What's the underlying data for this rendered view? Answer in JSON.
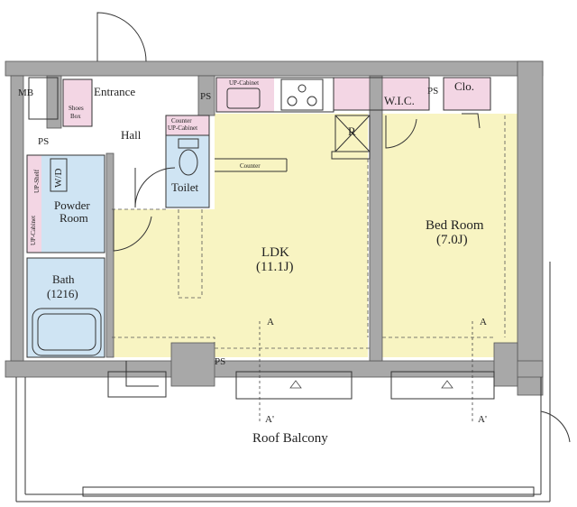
{
  "labels": {
    "mb": "MB",
    "ps_left": "PS",
    "ps_kitchen": "PS",
    "ps_bed": "PS",
    "ps_balcony": "PS",
    "entrance": "Entrance",
    "shoes_box_line1": "Shoes",
    "shoes_box_line2": "Box",
    "hall": "Hall",
    "counter_cabinet_line1": "Counter",
    "counter_cabinet_line2": "UP-Cabinet",
    "toilet": "Toilet",
    "up_cabinet_kitchen": "UP-Cabinet",
    "counter": "Counter",
    "up_shelf": "UP-Shelf",
    "wd": "W/D",
    "up_cabinet_powder": "UP-Cabinet",
    "powder_line1": "Powder",
    "powder_line2": "Room",
    "bath_line1": "Bath",
    "bath_line2": "(1216)",
    "ldk_line1": "LDK",
    "ldk_line2": "(11.1J)",
    "refrigerator": "R",
    "wic": "W.I.C.",
    "clo": "Clo.",
    "bed_line1": "Bed Room",
    "bed_line2": "(7.0J)",
    "section_a_left": "A",
    "section_a_right": "A",
    "section_a2_left": "A'",
    "section_a2_right": "A'",
    "roof_balcony": "Roof Balcony"
  },
  "colors": {
    "wall": "#a8a8a8",
    "ldk_floor": "#f8f4c2",
    "wet_floor": "#cfe4f3",
    "storage": "#f3d6e4",
    "line": "#333333"
  }
}
